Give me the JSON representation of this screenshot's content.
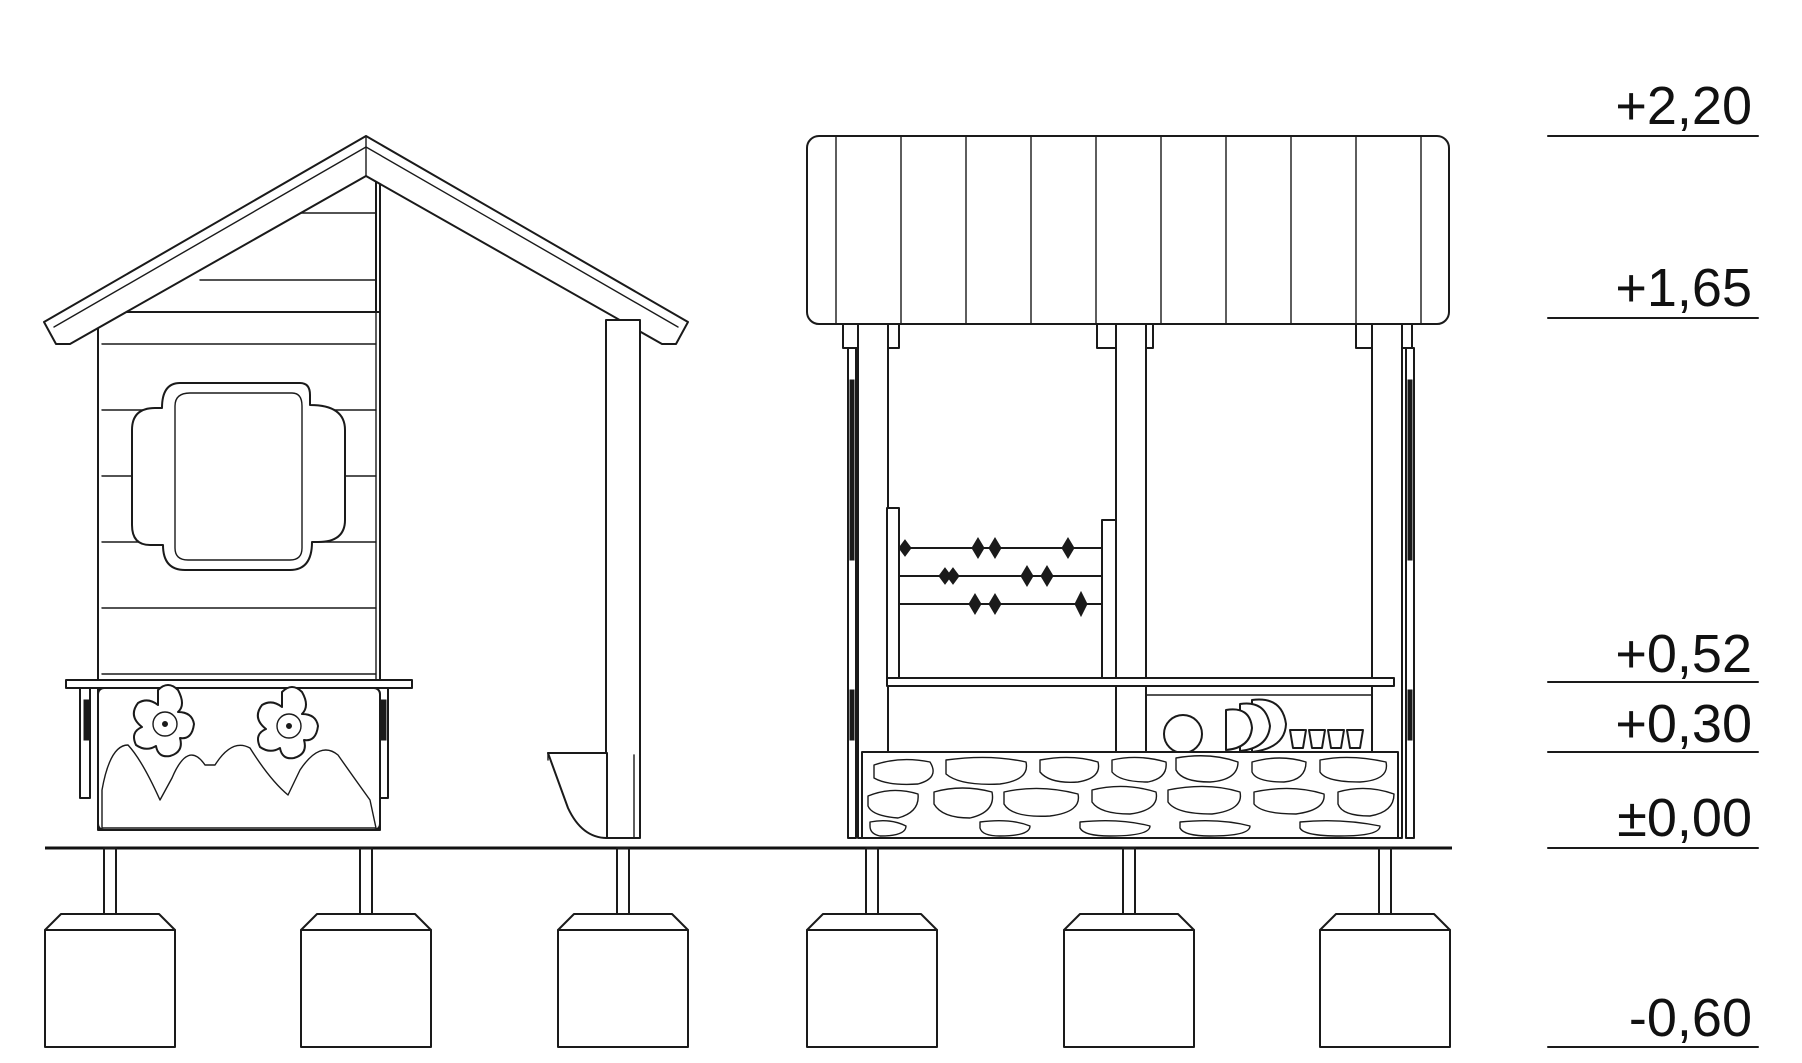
{
  "drawing": {
    "type": "elevation",
    "views": [
      "playhouse-side",
      "playhouse-front"
    ]
  },
  "levels": [
    {
      "label": "+2,20",
      "value": 2.2
    },
    {
      "label": "+1,65",
      "value": 1.65
    },
    {
      "label": "+0,52",
      "value": 0.52
    },
    {
      "label": "+0,30",
      "value": 0.3
    },
    {
      "label": "±0,00",
      "value": 0.0
    },
    {
      "label": "-0,60",
      "value": -0.6
    }
  ]
}
